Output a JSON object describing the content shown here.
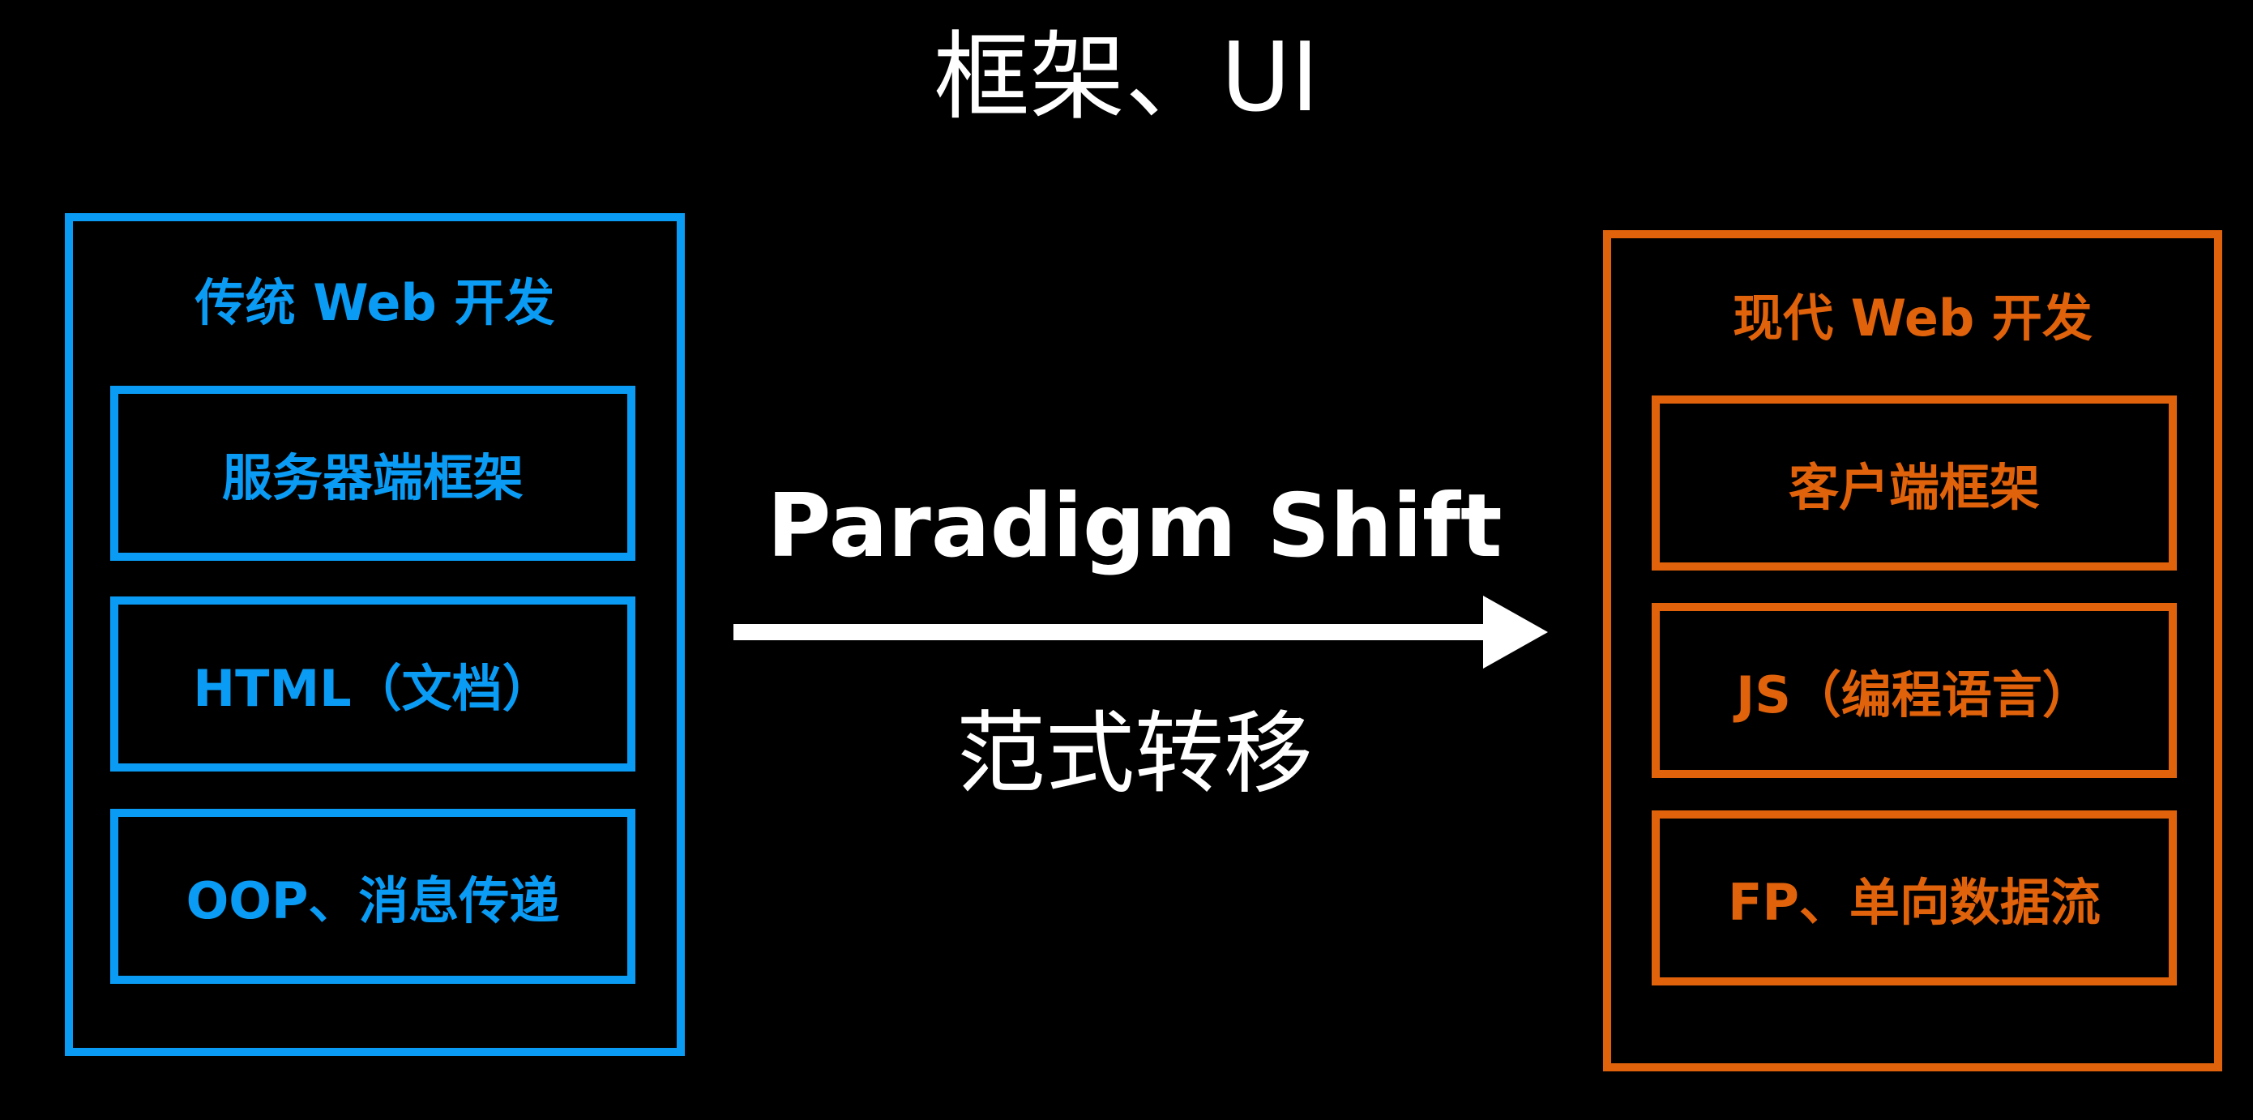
{
  "title": "框架、UI",
  "colors": {
    "left": "#0a9cf5",
    "right": "#e0620b",
    "text": "#ffffff",
    "background": "#000000"
  },
  "left_panel": {
    "title": "传统 Web 开发",
    "items": [
      "服务器端框架",
      "HTML（文档）",
      "OOP、消息传递"
    ]
  },
  "right_panel": {
    "title": "现代 Web 开发",
    "items": [
      "客户端框架",
      "JS（编程语言）",
      "FP、单向数据流"
    ]
  },
  "arrow": {
    "label_top": "Paradigm Shift",
    "label_bottom": "范式转移"
  }
}
